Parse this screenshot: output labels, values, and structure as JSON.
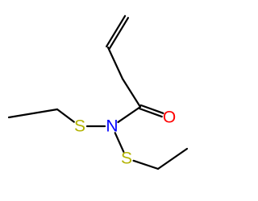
{
  "molecule": {
    "atoms": [
      {
        "id": "C1",
        "symbol": "C"
      },
      {
        "id": "C2",
        "symbol": "C"
      },
      {
        "id": "C3",
        "symbol": "C"
      },
      {
        "id": "C4",
        "symbol": "C"
      },
      {
        "id": "O",
        "symbol": "O",
        "label": "O",
        "color": "#ff0000"
      },
      {
        "id": "N",
        "symbol": "N",
        "label": "N",
        "color": "#0000ff"
      },
      {
        "id": "S1",
        "symbol": "S",
        "label": "S",
        "color": "#b2b200"
      },
      {
        "id": "C5",
        "symbol": "C"
      },
      {
        "id": "C6",
        "symbol": "C"
      },
      {
        "id": "S2",
        "symbol": "S",
        "label": "S",
        "color": "#b2b200"
      },
      {
        "id": "C7",
        "symbol": "C"
      },
      {
        "id": "C8",
        "symbol": "C"
      }
    ],
    "bonds": [
      {
        "from": "C1",
        "to": "C2",
        "order": 2
      },
      {
        "from": "C2",
        "to": "C3",
        "order": 1
      },
      {
        "from": "C3",
        "to": "C4",
        "order": 1
      },
      {
        "from": "C4",
        "to": "O",
        "order": 2
      },
      {
        "from": "C4",
        "to": "N",
        "order": 1
      },
      {
        "from": "N",
        "to": "S1",
        "order": 1
      },
      {
        "from": "S1",
        "to": "C5",
        "order": 1
      },
      {
        "from": "C5",
        "to": "C6",
        "order": 1
      },
      {
        "from": "N",
        "to": "S2",
        "order": 1
      },
      {
        "from": "S2",
        "to": "C7",
        "order": 1
      },
      {
        "from": "C7",
        "to": "C8",
        "order": 1
      }
    ]
  }
}
